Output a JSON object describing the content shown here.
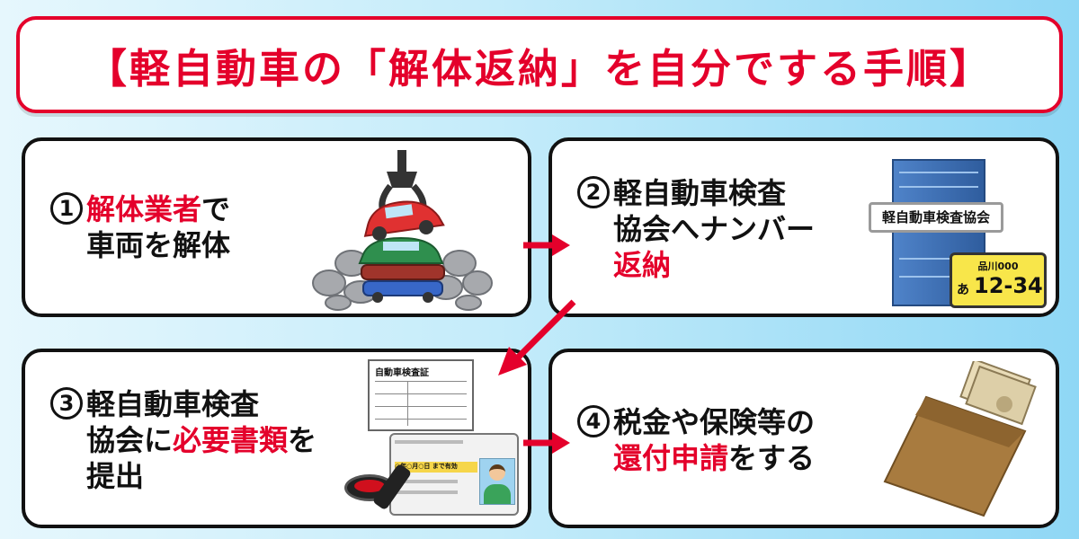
{
  "title": "【軽自動車の「解体返納」を自分でする手順】",
  "steps": [
    {
      "num": "1",
      "line1_red": "解体業者",
      "line1_black": "で",
      "line2": "車両を解体"
    },
    {
      "num": "2",
      "line1": "軽自動車検査",
      "line2": "協会へナンバー",
      "line3_red": "返納"
    },
    {
      "num": "3",
      "line1": "軽自動車検査",
      "line2_black_a": "協会に",
      "line2_red": "必要書類",
      "line2_black_b": "を",
      "line3": "提出"
    },
    {
      "num": "4",
      "line1": "税金や保険等の",
      "line2_red": "還付申請",
      "line2_black": "をする"
    }
  ],
  "illustrations": {
    "building_sign": "軽自動車検査協会",
    "plate_region": "品川000",
    "plate_kana": "あ",
    "plate_number": "12-34",
    "certificate_title": "自動車検査証",
    "license_date": "○年○月○日 まで有効"
  },
  "colors": {
    "accent_red": "#e4002b",
    "card_border": "#111111"
  }
}
